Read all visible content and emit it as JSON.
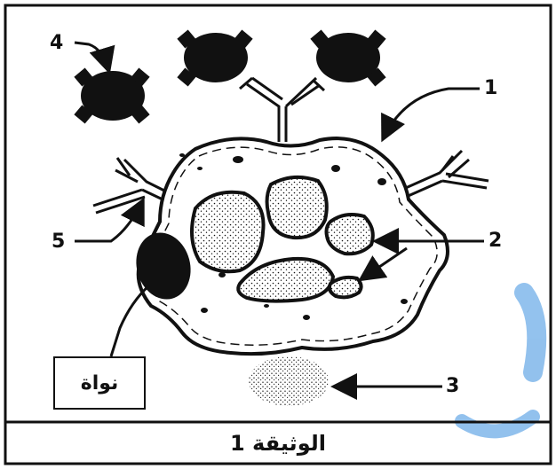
{
  "labels": {
    "l1": "1",
    "l2": "2",
    "l3": "3",
    "l4": "4",
    "l5": "5",
    "nucleus": "نواة"
  },
  "caption": "الوثيقة 1",
  "colors": {
    "ink": "#111111",
    "watermark": "#3a8fe0",
    "background": "#ffffff"
  }
}
